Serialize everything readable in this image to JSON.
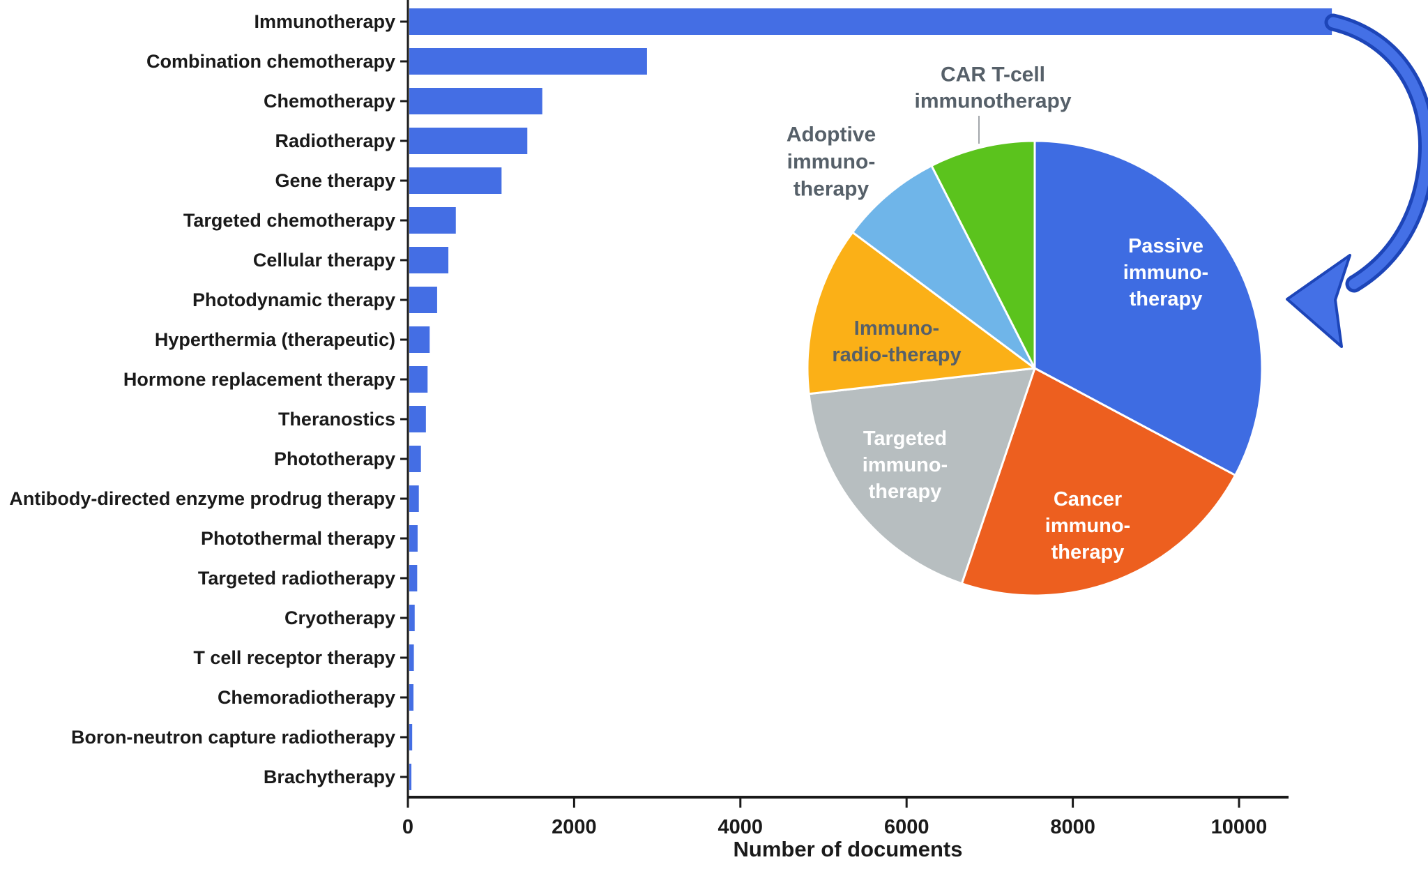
{
  "figure": {
    "background": "#ffffff",
    "axis_color": "#1a1a1a",
    "outside_label_color": "#566069",
    "leader_line_color": "#a2a6aa",
    "arrow_fill": "#4470e6",
    "arrow_outline": "#1d45b8"
  },
  "chart_data": [
    {
      "type": "bar",
      "orientation": "horizontal",
      "title": "",
      "xlabel": "Number of documents",
      "ylabel": "",
      "xlim": [
        0,
        10000
      ],
      "x_ticks": [
        0,
        2000,
        4000,
        6000,
        8000,
        10000
      ],
      "x_tick_labels": [
        "0",
        "2000",
        "4000",
        "6000",
        "8000",
        "10000"
      ],
      "grid": false,
      "bar_color": "#446ee4",
      "categories": [
        "Immunotherapy",
        "Combination chemotherapy",
        "Chemotherapy",
        "Radiotherapy",
        "Gene therapy",
        "Targeted chemotherapy",
        "Cellular therapy",
        "Photodynamic therapy",
        "Hyperthermia (therapeutic)",
        "Hormone replacement therapy",
        "Theranostics",
        "Phototherapy",
        "Antibody-directed enzyme prodrug therapy",
        "Photothermal therapy",
        "Targeted radiotherapy",
        "Cryotherapy",
        "T cell receptor therapy",
        "Chemoradiotherapy",
        "Boron-neutron capture radiotherapy",
        "Brachytherapy"
      ],
      "values": [
        11100,
        2860,
        1600,
        1420,
        1110,
        560,
        470,
        335,
        245,
        220,
        200,
        140,
        115,
        100,
        95,
        65,
        55,
        50,
        35,
        25
      ]
    },
    {
      "type": "pie",
      "title": "",
      "start_angle_deg": 0,
      "direction": "clockwise",
      "slices": [
        {
          "label": "Passive immuno-therapy",
          "lines": [
            "Passive",
            "immuno-",
            "therapy"
          ],
          "percent": 32.8,
          "color": "#3e6ce2",
          "label_placement": "inside",
          "label_color": "#ffffff"
        },
        {
          "label": "Cancer immuno-therapy",
          "lines": [
            "Cancer",
            "immuno-",
            "therapy"
          ],
          "percent": 22.4,
          "color": "#ed5f1f",
          "label_placement": "inside",
          "label_color": "#ffffff"
        },
        {
          "label": "Targeted immuno-therapy",
          "lines": [
            "Targeted",
            "immuno-",
            "therapy"
          ],
          "percent": 18.0,
          "color": "#b7bec0",
          "label_placement": "inside",
          "label_color": "#ffffff"
        },
        {
          "label": "Immuno-radio-therapy",
          "lines": [
            "Immuno-",
            "radio-therapy"
          ],
          "percent": 12.0,
          "color": "#fbb017",
          "label_placement": "inside",
          "label_color": "#566069"
        },
        {
          "label": "Adoptive immuno-therapy",
          "lines": [
            "Adoptive",
            "immuno-",
            "therapy"
          ],
          "percent": 7.3,
          "color": "#6fb5e9",
          "label_placement": "outside",
          "label_color": "#566069"
        },
        {
          "label": "CAR T-cell immunotherapy",
          "lines": [
            "CAR T-cell",
            "immunotherapy"
          ],
          "percent": 7.5,
          "color": "#5bc31d",
          "label_placement": "outside",
          "label_color": "#566069"
        }
      ]
    }
  ]
}
